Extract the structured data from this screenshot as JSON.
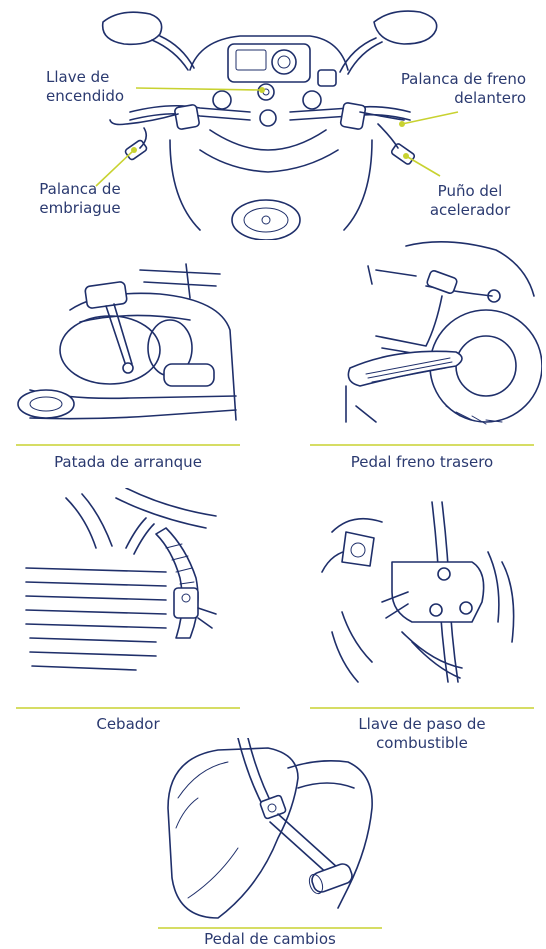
{
  "handlebar_labels": {
    "ignition": [
      "Llave de",
      "encendido"
    ],
    "front_brake": [
      "Palanca de freno",
      "delantero"
    ],
    "clutch": [
      "Palanca de",
      "embriague"
    ],
    "throttle": [
      "Puño del",
      "acelerador"
    ]
  },
  "captions": {
    "kick_start": "Patada de arranque",
    "rear_brake": "Pedal freno trasero",
    "choke": "Cebador",
    "fuel_valve": [
      "Llave de paso de",
      "combustible"
    ],
    "gear_shift": "Pedal de cambios"
  },
  "colors": {
    "line": "#1f2f6a",
    "accent": "#c8d230",
    "text": "#2b3a70"
  }
}
